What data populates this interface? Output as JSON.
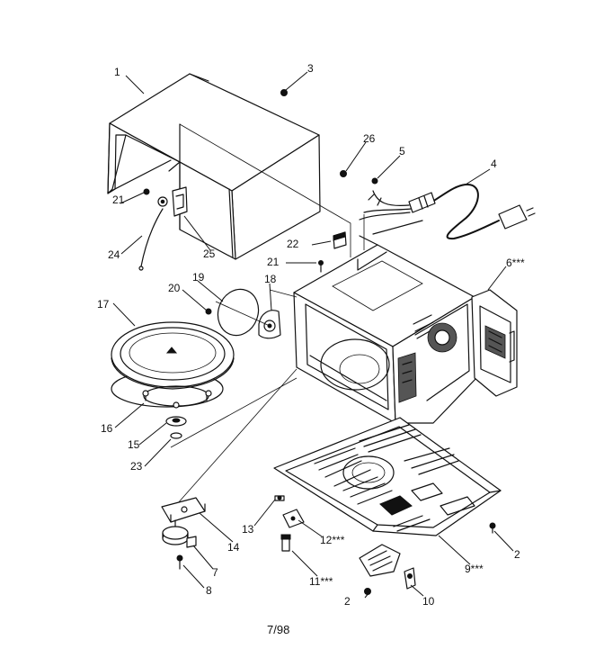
{
  "labels": {
    "p1": "1",
    "p2a": "2",
    "p2b": "2",
    "p3": "3",
    "p4": "4",
    "p5": "5",
    "p6": "6***",
    "p7": "7",
    "p8": "8",
    "p9": "9***",
    "p10": "10",
    "p11": "11***",
    "p12": "12***",
    "p13": "13",
    "p14": "14",
    "p15": "15",
    "p16": "16",
    "p17": "17",
    "p18": "18",
    "p19": "19",
    "p20": "20",
    "p21a": "21",
    "p21b": "21",
    "p22": "22",
    "p23": "23",
    "p24": "24",
    "p25": "25",
    "p26": "26"
  },
  "footer": {
    "date": "7/98"
  }
}
